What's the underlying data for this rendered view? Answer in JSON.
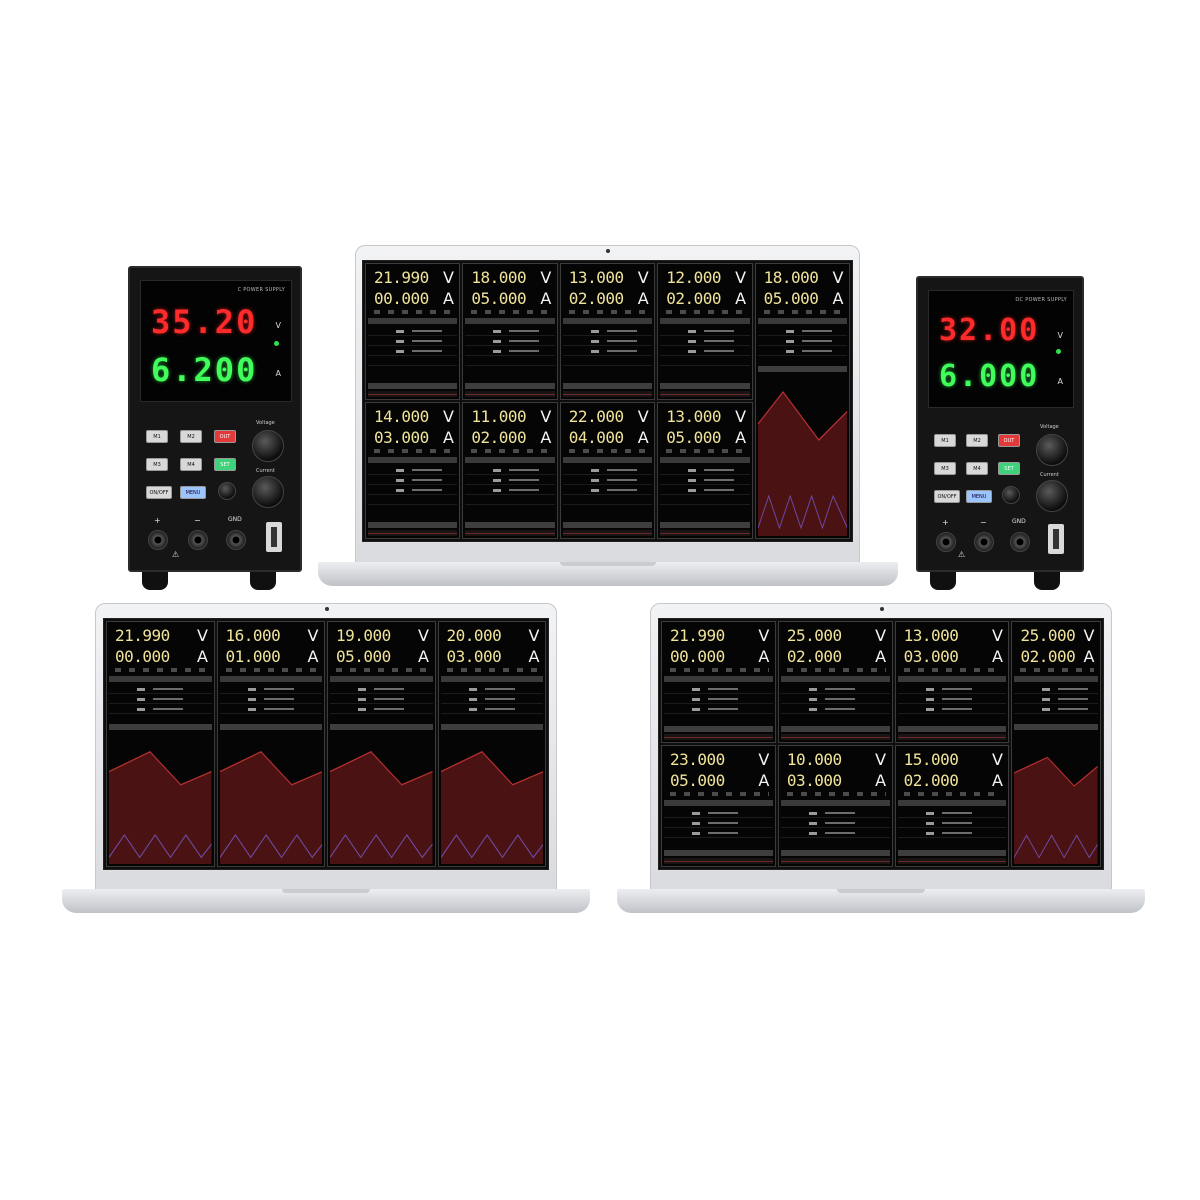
{
  "psu_left": {
    "brand": "C POWER SUPPLY",
    "voltage": "35.20",
    "current": "6.200",
    "units": {
      "v": "V",
      "a": "A"
    },
    "buttons": [
      "M1",
      "M2",
      "OUT",
      "M3",
      "M4",
      "SET",
      "ON/OFF",
      "MENU"
    ],
    "knob_labels": [
      "Voltage",
      "Current"
    ],
    "terminals": [
      "+",
      "−",
      "GND"
    ]
  },
  "psu_right": {
    "brand": "DC POWER SUPPLY",
    "voltage": "32.00",
    "current": "6.000",
    "units": {
      "v": "V",
      "a": "A"
    },
    "buttons": [
      "M1",
      "M2",
      "OUT",
      "M3",
      "M4",
      "SET",
      "ON/OFF",
      "MENU"
    ],
    "knob_labels": [
      "Voltage",
      "Current"
    ],
    "terminals": [
      "+",
      "−",
      "GND"
    ]
  },
  "laptop_top": {
    "channels": [
      {
        "voltage": "21.990",
        "current": "00.000"
      },
      {
        "voltage": "18.000",
        "current": "05.000"
      },
      {
        "voltage": "13.000",
        "current": "02.000"
      },
      {
        "voltage": "12.000",
        "current": "02.000"
      },
      {
        "voltage": "18.000",
        "current": "05.000"
      },
      {
        "voltage": "14.000",
        "current": "03.000"
      },
      {
        "voltage": "11.000",
        "current": "02.000"
      },
      {
        "voltage": "22.000",
        "current": "04.000"
      },
      {
        "voltage": "13.000",
        "current": "05.000"
      }
    ]
  },
  "laptop_bottom_left": {
    "channels": [
      {
        "voltage": "21.990",
        "current": "00.000"
      },
      {
        "voltage": "16.000",
        "current": "01.000"
      },
      {
        "voltage": "19.000",
        "current": "05.000"
      },
      {
        "voltage": "20.000",
        "current": "03.000"
      }
    ]
  },
  "laptop_bottom_right": {
    "channels": [
      {
        "voltage": "21.990",
        "current": "00.000"
      },
      {
        "voltage": "25.000",
        "current": "02.000"
      },
      {
        "voltage": "13.000",
        "current": "03.000"
      },
      {
        "voltage": "25.000",
        "current": "02.000"
      },
      {
        "voltage": "23.000",
        "current": "05.000"
      },
      {
        "voltage": "10.000",
        "current": "03.000"
      },
      {
        "voltage": "15.000",
        "current": "02.000"
      }
    ]
  },
  "units": {
    "v": "V",
    "a": "A"
  },
  "colors": {
    "voltage_reading": "#f0e39a",
    "red_segment": "#ff2b2b",
    "green_segment": "#41ff5a",
    "chart_fill": "#4a1212",
    "chart_line": "#b83030",
    "wave_line": "#6d4aa0"
  }
}
